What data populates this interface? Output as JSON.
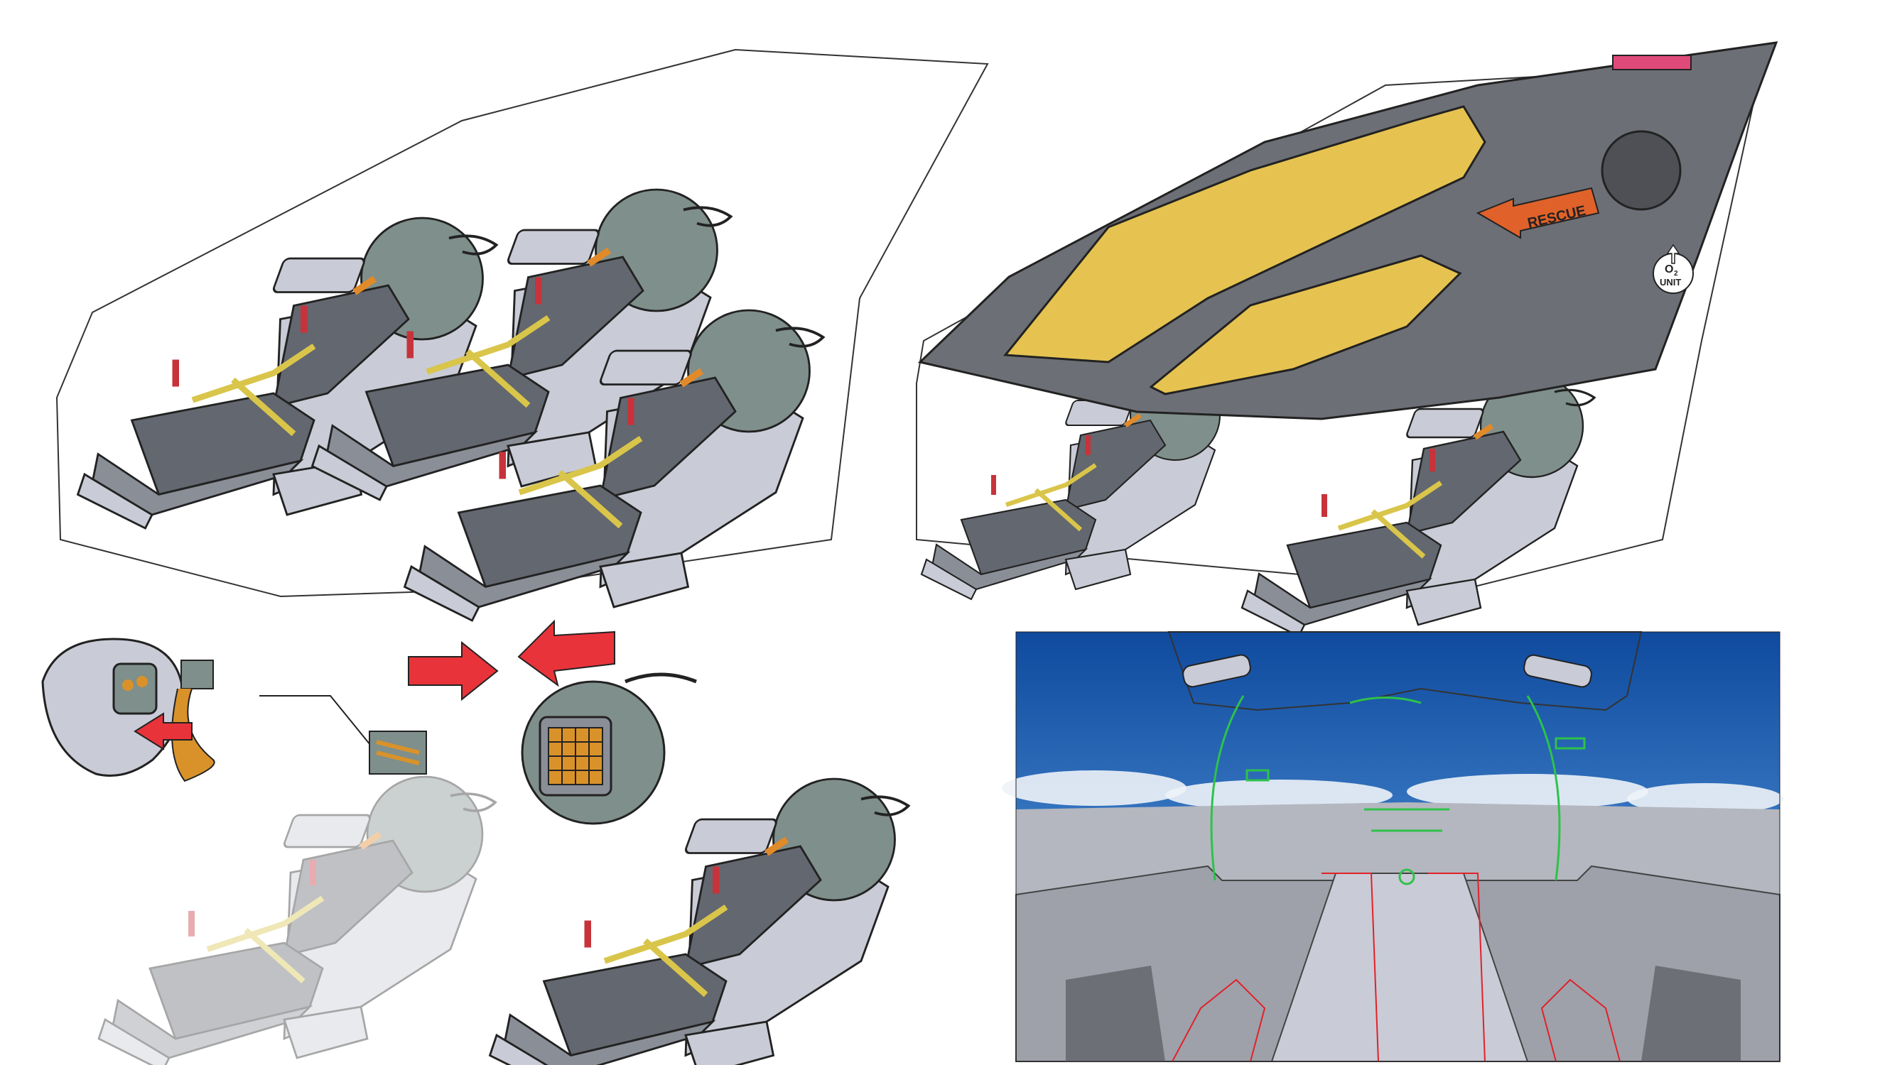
{
  "labels": {
    "rescue": "RESCUE",
    "o2": "O",
    "o2_sub": "2",
    "unit": "UNIT"
  },
  "colors": {
    "seat_dark": "#63676f",
    "seat_mid": "#8a8e97",
    "shell_light": "#c9cbd6",
    "sphere": "#7f8f8b",
    "hull": "#6d6f76",
    "canopy": "#e6c350",
    "strap": "#d9c54a",
    "handle_red": "#c7333b",
    "arrow_red": "#e8333a",
    "rescue_orange": "#e0622a",
    "hud_green": "#2ec24a",
    "sketch_red": "#e0222a",
    "sky_top": "#0f4a9e",
    "sky_horizon": "#8ab8e6",
    "cockpit_gray": "#b4b7bf",
    "connector_orange": "#d9922a",
    "pink_panel": "#e04a7a"
  },
  "icons": [
    "arrow-red-right",
    "arrow-red-left",
    "arrow-red-into-head",
    "rescue-arrow",
    "o2-up-arrow"
  ]
}
